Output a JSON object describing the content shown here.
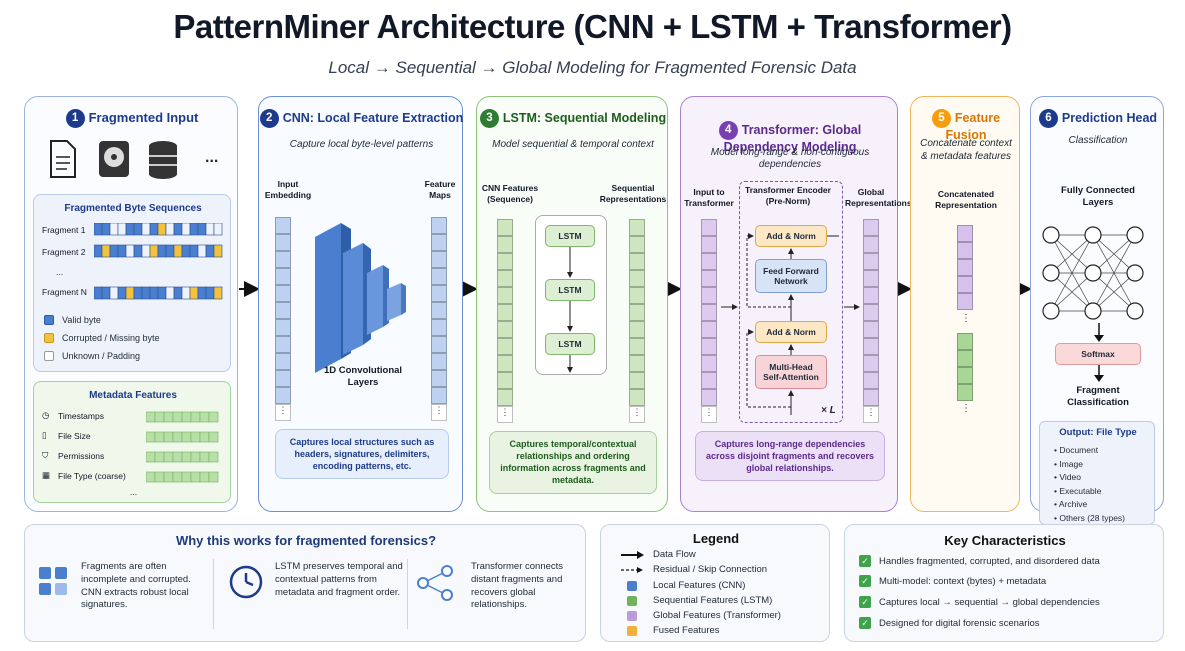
{
  "title": "PatternMiner Architecture (CNN + LSTM + Transformer)",
  "subtitle": "Local → Sequential → Global Modeling for Fragmented Forensic Data",
  "colors": {
    "blue": "#4a7fd0",
    "green": "#6fb35d",
    "purple": "#b99bdc",
    "orange": "#f2b13c"
  },
  "panel1": {
    "num": "1",
    "title": "Fragmented Input",
    "icons": [
      "document-icon",
      "harddisk-icon",
      "database-icon"
    ],
    "ellipsis": "...",
    "seq_title": "Fragmented Byte Sequences",
    "fragments": [
      "Fragment 1",
      "Fragment 2",
      "...",
      "Fragment N"
    ],
    "legend": [
      "Valid byte",
      "Corrupted / Missing byte",
      "Unknown / Padding"
    ],
    "meta_title": "Metadata Features",
    "meta_items": [
      "Timestamps",
      "File Size",
      "Permissions",
      "File Type (coarse)"
    ],
    "meta_more": "..."
  },
  "panel2": {
    "num": "2",
    "title": "CNN: Local Feature Extraction",
    "sub": "Capture local byte-level patterns",
    "input_label": "Input\nEmbedding",
    "output_label": "Feature\nMaps",
    "conv_label": "1D Convolutional\nLayers",
    "dots": "⋮",
    "note": "Captures local structures such as headers, signatures, delimiters, encoding patterns, etc."
  },
  "panel3": {
    "num": "3",
    "title": "LSTM: Sequential Modeling",
    "sub": "Model sequential & temporal context",
    "input_label": "CNN Features\n(Sequence)",
    "output_label": "Sequential\nRepresentations",
    "cells": [
      "LSTM",
      "LSTM",
      "LSTM"
    ],
    "dots": "⋮",
    "note": "Captures temporal/contextual relationships and ordering information across fragments and metadata."
  },
  "panel4": {
    "num": "4",
    "title": "Transformer: Global\nDependency Modeling",
    "sub": "Model long-range & non-contiguous\ndependencies",
    "input_label": "Input to\nTransformer",
    "encoder_label": "Transformer Encoder\n(Pre-Norm)",
    "output_label": "Global\nRepresentations",
    "blocks": [
      "Add & Norm",
      "Feed Forward\nNetwork",
      "Add & Norm",
      "Multi-Head\nSelf-Attention"
    ],
    "repeat": "× L",
    "dots": "⋮",
    "note": "Captures long-range dependencies across disjoint fragments and recovers global relationships."
  },
  "panel5": {
    "num": "5",
    "title": "Feature Fusion",
    "sub": "Concatenate context\n& metadata features",
    "label": "Concatenated\nRepresentation",
    "dots": "⋮"
  },
  "panel6": {
    "num": "6",
    "title": "Prediction Head",
    "sub": "Classification",
    "fc_label": "Fully Connected\nLayers",
    "softmax": "Softmax",
    "out_label": "Fragment\nClassification",
    "output_title": "Output: File Type",
    "outputs": [
      "Document",
      "Image",
      "Video",
      "Executable",
      "Archive",
      "Others (28 types)"
    ]
  },
  "why": {
    "title": "Why this works for fragmented forensics?",
    "items": [
      "Fragments are often incomplete and corrupted. CNN extracts robust local signatures.",
      "LSTM preserves temporal and contextual patterns from metadata and fragment order.",
      "Transformer connects distant fragments and recovers global relationships."
    ]
  },
  "legend": {
    "title": "Legend",
    "items": [
      "Data Flow",
      "Residual / Skip Connection",
      "Local Features (CNN)",
      "Sequential Features (LSTM)",
      "Global Features (Transformer)",
      "Fused Features"
    ]
  },
  "key": {
    "title": "Key Characteristics",
    "items": [
      "Handles fragmented, corrupted, and disordered data",
      "Multi-model: context (bytes) + metadata",
      "Captures local → sequential → global dependencies",
      "Designed for digital forensic scenarios"
    ]
  }
}
